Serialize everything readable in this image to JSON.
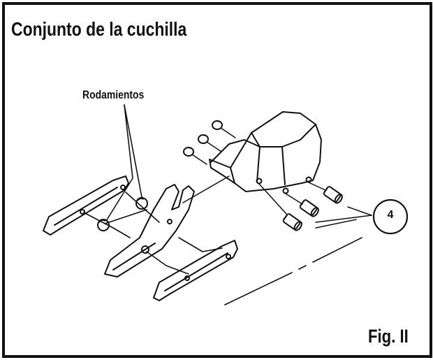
{
  "title": "Conjunto de la cuchilla",
  "callouts": {
    "bearings": "Rodamientos",
    "part_number": "4"
  },
  "figure_label": "Fig. II"
}
